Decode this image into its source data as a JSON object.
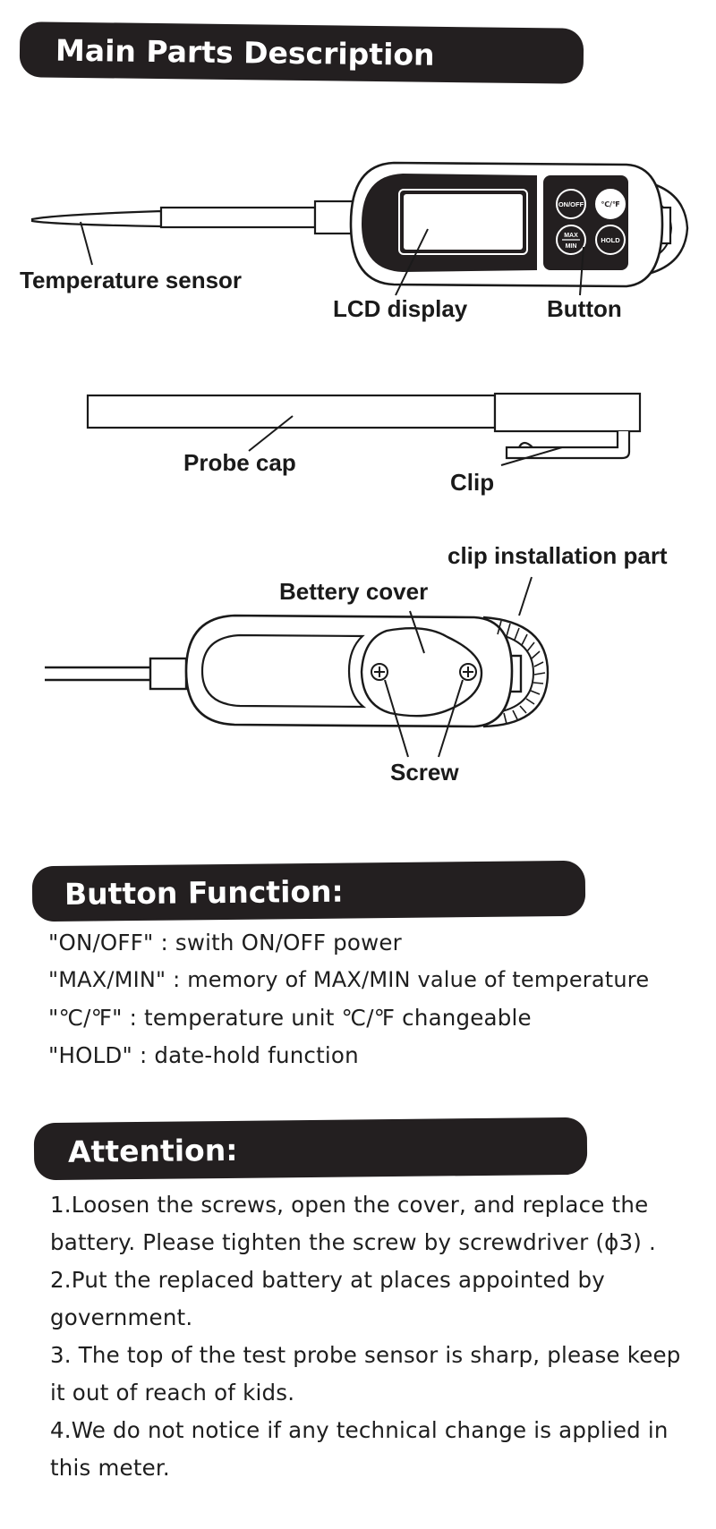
{
  "headings": {
    "main_parts": "Main Parts Description",
    "button_function": "Button Function:",
    "attention": "Attention:"
  },
  "device_labels": {
    "temperature_sensor": "Temperature sensor",
    "lcd_display": "LCD display",
    "button": "Button",
    "probe_cap": "Probe cap",
    "clip": "Clip",
    "clip_installation_part": "clip installation part",
    "battery_cover": "Bettery cover",
    "screw": "Screw"
  },
  "device_buttons": {
    "on_off": "ON/OFF",
    "unit": "℃/℉",
    "max": "MAX",
    "min": "MIN",
    "hold": "HOLD"
  },
  "button_functions": [
    "\"ON/OFF\" :  swith ON/OFF power",
    "\"MAX/MIN\" : memory of MAX/MIN value of temperature",
    "\"℃/℉\" : temperature unit ℃/℉ changeable",
    "\"HOLD\" : date-hold function"
  ],
  "attention_lines": [
    "1.Loosen the screws, open the  cover, and replace the",
    "battery. Please tighten the screw by screwdriver (ϕ3) .",
    "2.Put the replaced battery at places appointed by",
    "government.",
    "3. The top of the test probe sensor is sharp, please keep",
    "it out of reach of kids.",
    "4.We do not notice if any technical change is applied in",
    "this meter."
  ]
}
